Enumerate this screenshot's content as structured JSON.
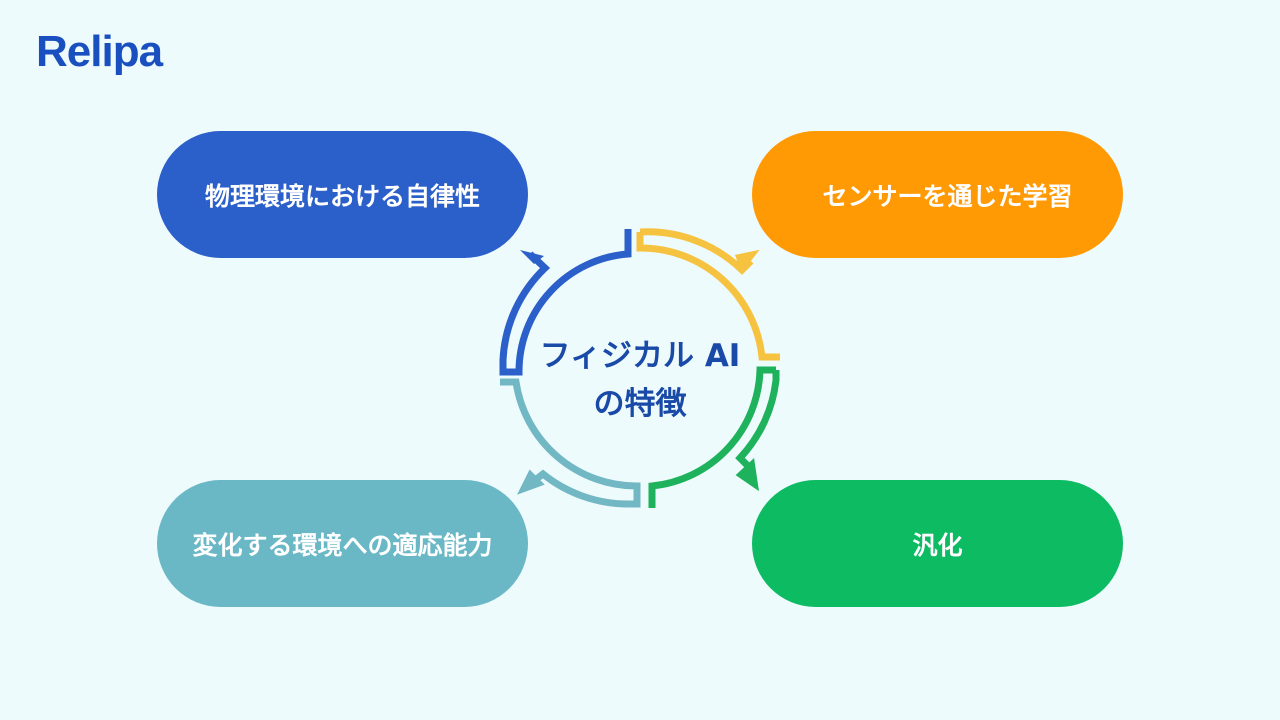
{
  "logo": {
    "text": "Relipa"
  },
  "center": {
    "line1": "フィジカル AI",
    "line2": "の特徴"
  },
  "features": [
    {
      "label": "物理環境における自律性",
      "color": "#2b5fc9",
      "position": "top-left"
    },
    {
      "label": "センサーを通じた学習",
      "color": "#ff9a05",
      "position": "top-right"
    },
    {
      "label": "変化する環境への適応能力",
      "color": "#6ab8c6",
      "position": "bottom-left"
    },
    {
      "label": "汎化",
      "color": "#0dbb63",
      "position": "bottom-right"
    }
  ],
  "arrows": {
    "top_left_color": "#2b5fc9",
    "top_right_color": "#f6c340",
    "bottom_right_color": "#1fb25c",
    "bottom_left_color": "#72b7c4"
  }
}
